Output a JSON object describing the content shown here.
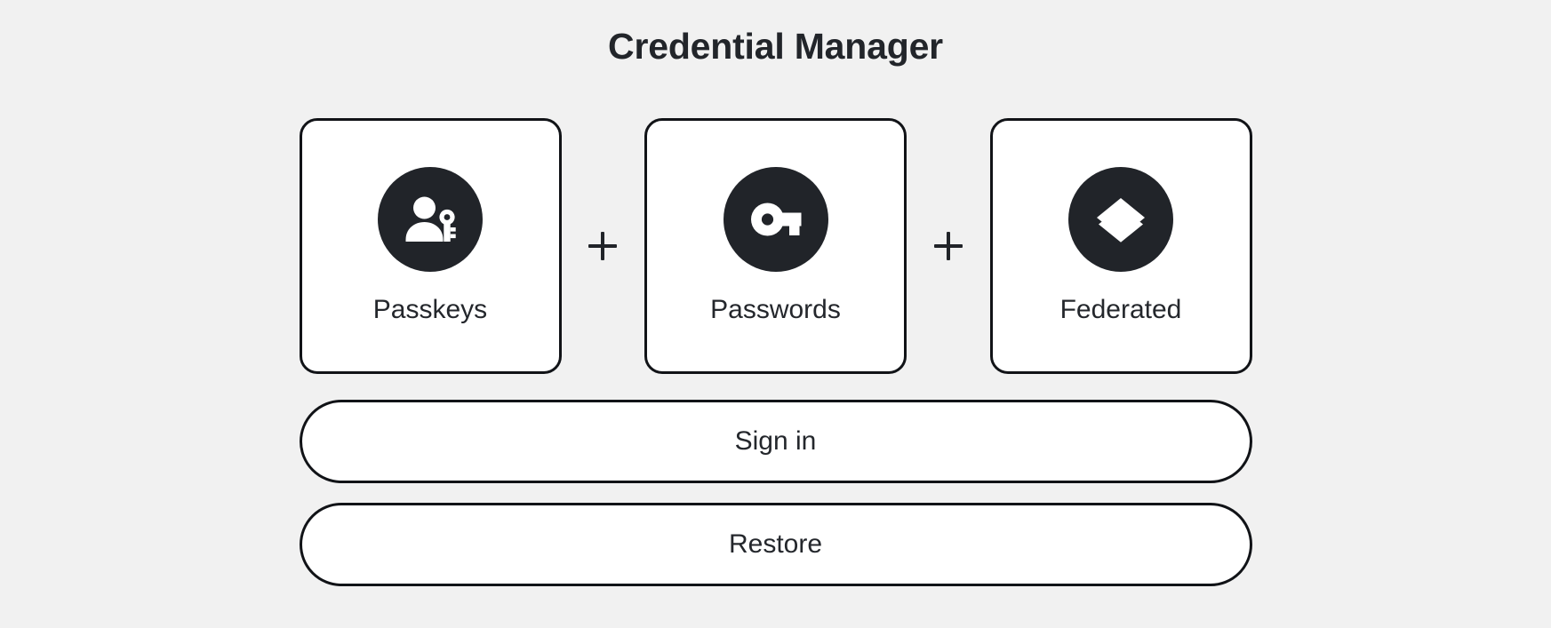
{
  "page": {
    "title": "Credential Manager",
    "background_color": "#f1f1f1",
    "accent_color": "#212429",
    "card_surface_color": "#ffffff",
    "border_color": "#111317"
  },
  "credential_types": [
    {
      "label": "Passkeys",
      "icon": "person-with-key-icon"
    },
    {
      "label": "Passwords",
      "icon": "key-icon"
    },
    {
      "label": "Federated",
      "icon": "layers-icon"
    }
  ],
  "separators": [
    {
      "symbol": "+"
    },
    {
      "symbol": "+"
    }
  ],
  "actions": {
    "sign_in_label": "Sign in",
    "restore_label": "Restore"
  }
}
